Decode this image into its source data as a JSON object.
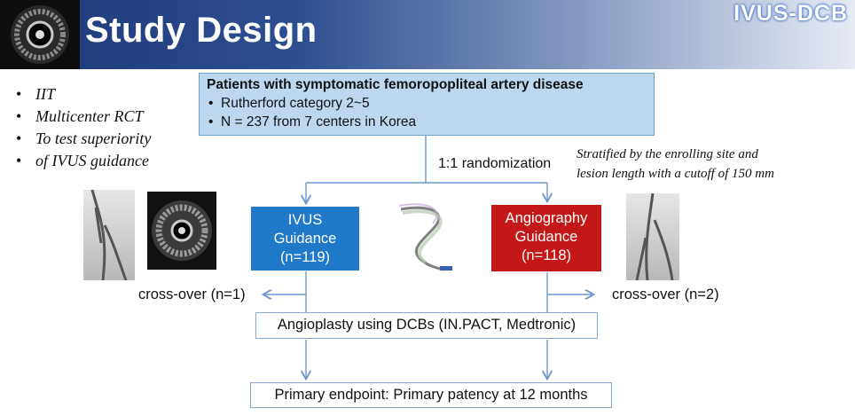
{
  "header": {
    "title": "Study Design",
    "tag": "IVUS-DCB"
  },
  "design_bullets": [
    {
      "lines": [
        "IIT"
      ]
    },
    {
      "lines": [
        "Multicenter RCT"
      ]
    },
    {
      "lines": [
        "To test superiority",
        "of IVUS guidance"
      ]
    }
  ],
  "patients": {
    "heading": "Patients with symptomatic femoropopliteal artery disease",
    "items": [
      "Rutherford category 2~5",
      "N = 237 from 7 centers in Korea"
    ]
  },
  "randomization": "1:1 randomization",
  "stratification": [
    "Stratified by the enrolling site and",
    "lesion length with a cutoff of 150 mm"
  ],
  "arms": {
    "ivus": {
      "lines": [
        "IVUS",
        "Guidance",
        "(n=119)"
      ],
      "color": "#1f78c8"
    },
    "angiography": {
      "lines": [
        "Angiography",
        "Guidance",
        "(n=118)"
      ],
      "color": "#c41818"
    }
  },
  "crossover": {
    "ivus": "cross-over (n=1)",
    "angiography": "cross-over (n=2)"
  },
  "procedure": "Angioplasty using DCBs (IN.PACT, Medtronic)",
  "endpoint": "Primary endpoint: Primary patency at 12 months",
  "colors": {
    "header_dark": "#1e3878",
    "patient_box": "#bcd7ee",
    "arrow": "#6f9ad0"
  }
}
